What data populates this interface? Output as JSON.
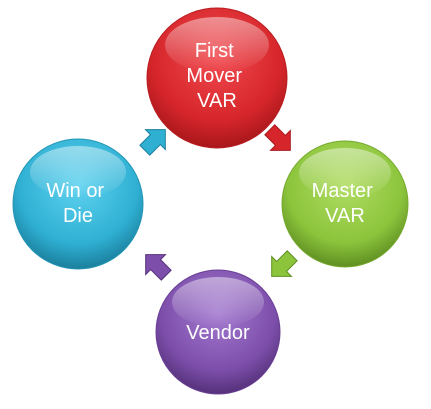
{
  "diagram": {
    "type": "cycle",
    "nodes": [
      {
        "id": "first-mover-var",
        "lines": [
          "First",
          "Mover",
          "VAR"
        ],
        "color": "#d6262b"
      },
      {
        "id": "master-var",
        "lines": [
          "Master",
          "VAR"
        ],
        "color": "#8cc43c"
      },
      {
        "id": "vendor",
        "lines": [
          "Vendor"
        ],
        "color": "#7d4fab"
      },
      {
        "id": "win-or-die",
        "lines": [
          "Win or",
          "Die"
        ],
        "color": "#2fb0d3"
      }
    ],
    "arrows": [
      {
        "from": "first-mover-var",
        "to": "master-var",
        "color": "#d6262b"
      },
      {
        "from": "master-var",
        "to": "vendor",
        "color": "#8cc43c"
      },
      {
        "from": "vendor",
        "to": "win-or-die",
        "color": "#7d4fab"
      },
      {
        "from": "win-or-die",
        "to": "first-mover-var",
        "color": "#2fb0d3"
      }
    ]
  }
}
